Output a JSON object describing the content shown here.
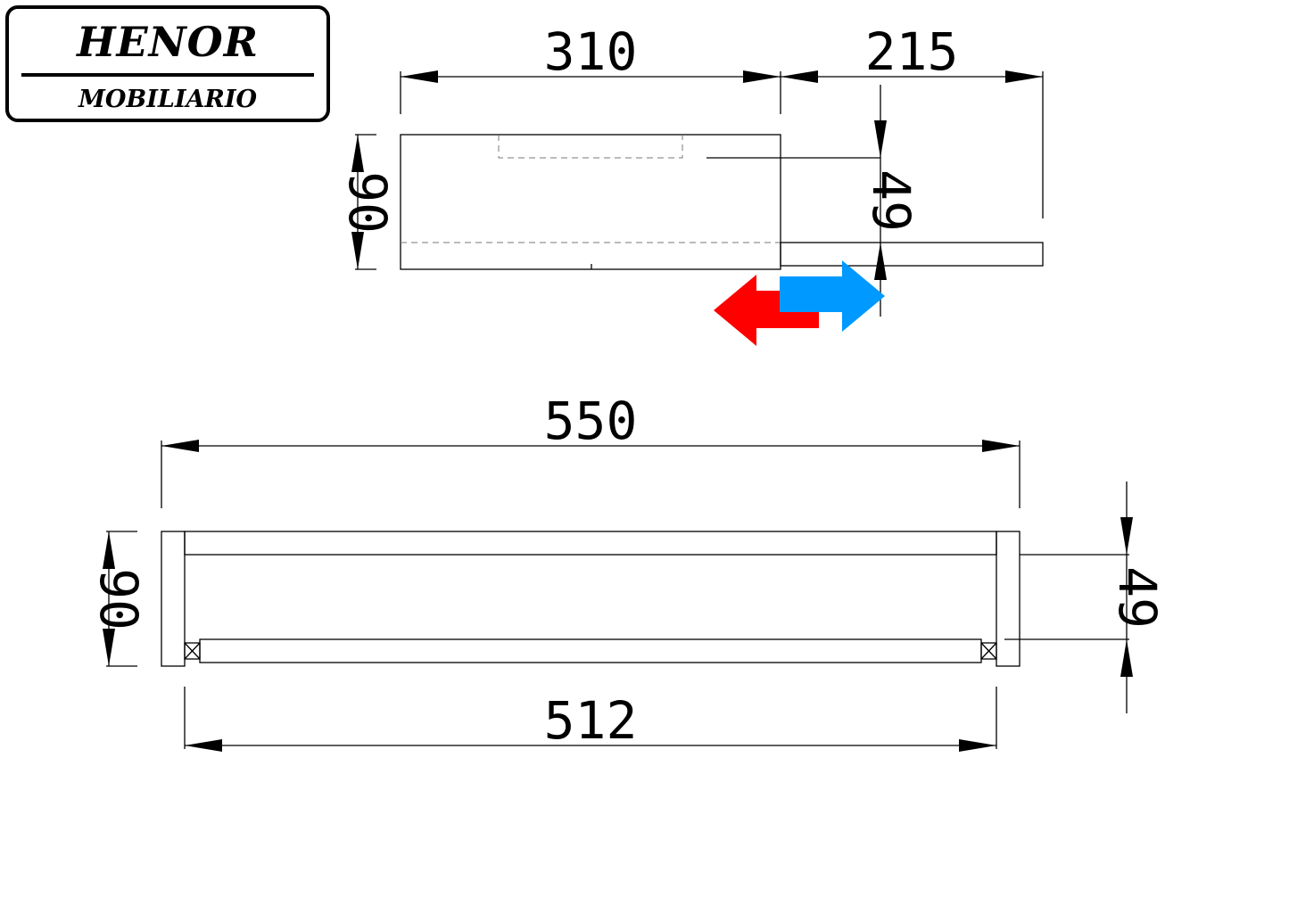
{
  "logo": {
    "brand": "HENOR",
    "subtitle": "MOBILIARIO"
  },
  "dimensions": {
    "side_view": {
      "depth": "310",
      "extension": "215",
      "height": "90",
      "rail_offset": "49"
    },
    "front_view": {
      "overall_width": "550",
      "inner_width": "512",
      "height": "90",
      "rail_offset": "49"
    }
  },
  "colors": {
    "arrow_left": "#ff0000",
    "arrow_right": "#0099ff",
    "line": "#000000"
  }
}
